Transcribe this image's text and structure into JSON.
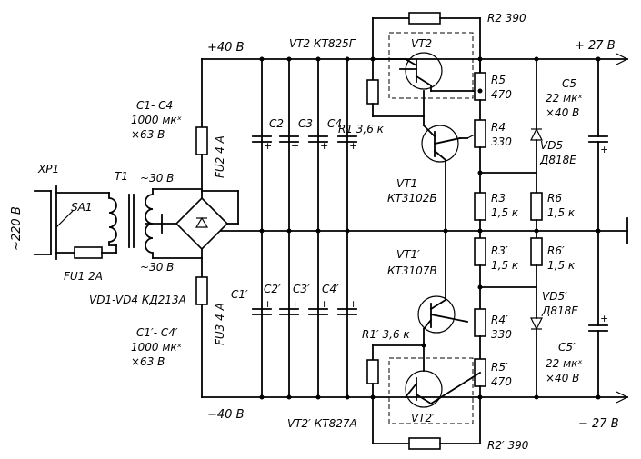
{
  "labels": {
    "plus40": "+40 В",
    "minus40": "−40 В",
    "plus27": "+ 27 В",
    "minus27": "− 27 В",
    "mains": "~220 В",
    "xp1": "ХР1",
    "sa1": "SA1",
    "t1": "Т1",
    "fu1": "FU1  2А",
    "ac_top": "~30 В",
    "ac_bottom": "~30 В",
    "fu2": "FU2 4 А",
    "fu3": "FU3 4 А",
    "vd_bridge": "VD1-VD4  КД213А",
    "c1c4_name": "С1- С4",
    "c1c4_val1": "1000 мкˣ",
    "c1c4_val2": "×63 В",
    "c1c4p_name": "С1′- С4′",
    "c1c4p_val1": "1000 мкˣ",
    "c1c4p_val2": "×63 В",
    "c2": "С2",
    "c3": "С3",
    "c4": "С4",
    "c1p": "С1′",
    "c2p": "С2′",
    "c3p": "С3′",
    "c4p": "С4′",
    "vt2_type": "VT2  КТ825Г",
    "vt2": "VT2",
    "r2": "R2  390",
    "r1": "R1  3,6 к",
    "r5_name": "R5",
    "r5_val": "470",
    "r4_name": "R4",
    "r4_val": "330",
    "vt1": "VT1",
    "vt1_type": "КТ3102Б",
    "r3_name": "R3",
    "r3_val": "1,5 к",
    "r6_name": "R6",
    "r6_val": "1,5 к",
    "c5_name": "С5",
    "c5_val1": "22 мкˣ",
    "c5_val2": "×40 В",
    "vd5": "VD5",
    "vd5_type": "Д818Е",
    "r3p_name": "R3′",
    "r3p_val": "1,5 к",
    "r6p_name": "R6′",
    "r6p_val": "1,5 к",
    "vt1p": "VT1′",
    "vt1p_type": "КТ3107В",
    "r1p": "R1′ 3,6 к",
    "r4p_name": "R4′",
    "r4p_val": "330",
    "vd5p": "VD5′",
    "vd5p_type": "Д818Е",
    "r5p_name": "R5′",
    "r5p_val": "470",
    "c5p_name": "С5′",
    "c5p_val1": "22 мкˣ",
    "c5p_val2": "×40 В",
    "vt2p_type": "VT2′ КТ827А",
    "vt2p": "VT2′",
    "r2p": "R2′ 390"
  }
}
